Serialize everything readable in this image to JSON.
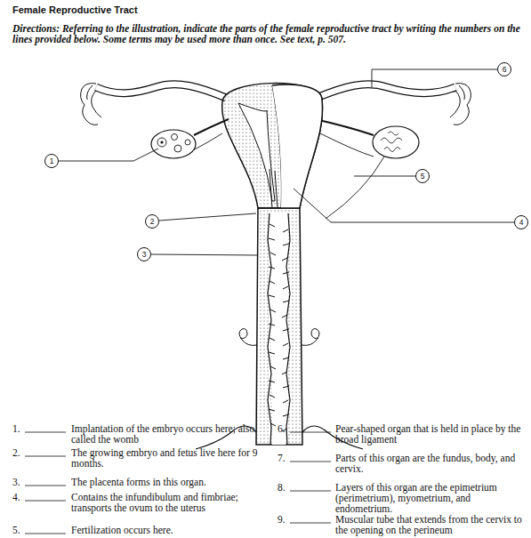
{
  "diagram": {
    "title": "Female Reproductive Tract",
    "nodes": [
      {
        "text": [
          "1"
        ]
      },
      {
        "text": [
          "2"
        ]
      },
      {
        "text": [
          "3"
        ]
      },
      {
        "text": [
          "4"
        ]
      },
      {
        "text": [
          "5"
        ]
      },
      {
        "text": [
          "6"
        ]
      }
    ],
    "labels": [
      "Directions: Referring to the illustration, indicate the parts of the female reproductive tract by writing the numbers on the lines provided below. Some terms may be used more than once. See text, p. 507.",
      "1.",
      "Implantation of the embryo occurs here; also called the womb",
      "2.",
      "The growing embryo and fetus live here for 9 months.",
      "3.",
      "The placenta forms in this organ.",
      "4.",
      "Contains the infundibulum and fimbriae; transports the ovum to the uterus",
      "5.",
      "Fertilization occurs here.",
      "6.",
      "Pear-shaped organ that is held in place by the broad ligament",
      "7.",
      "Parts of this organ are the fundus, body, and cervix.",
      "8.",
      "Layers of this organ are the epimetrium (perimetrium), myometrium, and endometrium.",
      "9.",
      "Muscular tube that extends from the cervix to the opening on the perineum"
    ]
  }
}
